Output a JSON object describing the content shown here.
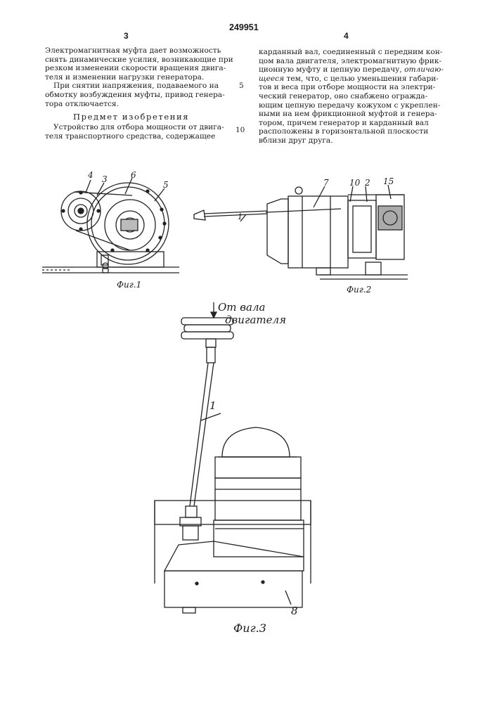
{
  "header": {
    "patent_number": "249951",
    "page_left": "3",
    "page_right": "4"
  },
  "left_column": {
    "paragraph1": [
      "Электромагнитная муфта дает возможность",
      "снять динамические усилия, возникающие при",
      "резком изменении скорости вращения двига-",
      "теля и изменении нагрузки генератора."
    ],
    "paragraph2": [
      "При снятии напряжения, подаваемого на",
      "обмотку возбуждения муфты, привод генера-",
      "тора отключается."
    ],
    "heading": "Предмет изобретения",
    "paragraph3": [
      "Устройство для отбора мощности от двига-",
      "теля транспортного средства, содержащее"
    ]
  },
  "right_column": {
    "lines": [
      "карданный вал, соединенный с передним кон-",
      "цом вала двигателя, электромагнитную фрик-",
      "ционную муфту и цепную передачу,",
      "тем, что, с целью уменьшения габари-",
      "тов и веса при отборе мощности на электри-",
      "ческий генератор, оно снабжено огражда-",
      "ющим цепную передачу кожухом с укреплен-",
      "ными на нем фрикционной муфтой и генера-",
      "тором, причем генератор и карданный вал",
      "расположены в горизонтальной плоскости",
      "вблизи друг друга."
    ],
    "italic_word_1": "отличаю-",
    "italic_word_2": "щееся"
  },
  "line_numbers": {
    "n5": "5",
    "n10": "10"
  },
  "figures": {
    "fig1": {
      "caption": "Фиг.1",
      "labels": [
        "4",
        "3",
        "6",
        "5"
      ]
    },
    "fig2": {
      "caption": "Фиг.2",
      "labels": [
        "1",
        "7",
        "10",
        "2",
        "15"
      ]
    },
    "fig3": {
      "caption": "Фиг.3",
      "annotation_line1": "От вала",
      "annotation_line2": "двигателя",
      "labels": [
        "1",
        "8"
      ]
    }
  }
}
